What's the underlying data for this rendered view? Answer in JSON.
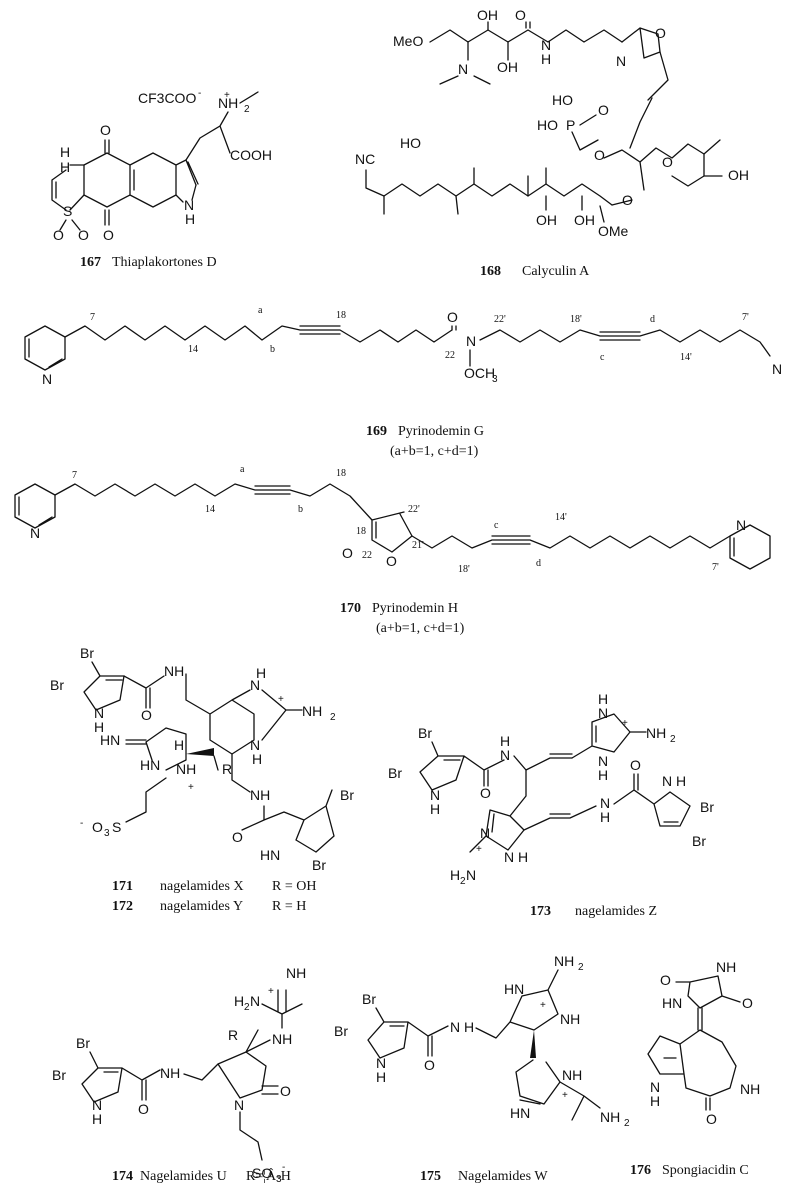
{
  "compounds": {
    "c167": {
      "number": "167",
      "name": "Thiaplakortones D"
    },
    "c168": {
      "number": "168",
      "name": "Calyculin A"
    },
    "c169": {
      "number": "169",
      "name": "Pyrinodemin G",
      "note": "(a+b=1, c+d=1)"
    },
    "c170": {
      "number": "170",
      "name": "Pyrinodemin H",
      "note": "(a+b=1, c+d=1)"
    },
    "c171": {
      "number": "171",
      "name": "nagelamides X",
      "r": "R = OH"
    },
    "c172": {
      "number": "172",
      "name": "nagelamides Y",
      "r": "R = H"
    },
    "c173": {
      "number": "173",
      "name": "nagelamides Z"
    },
    "c174": {
      "number": "174",
      "name": "Nagelamides U",
      "r": "R=¦Â-H"
    },
    "c175": {
      "number": "175",
      "name": "Nagelamides W"
    },
    "c176": {
      "number": "176",
      "name": "Spongiacidin C"
    }
  },
  "labels": {
    "cf3coo": "CF3COO",
    "nh2": "NH",
    "cooh": "COOH",
    "o": "O",
    "h": "H",
    "n": "N",
    "s": "S",
    "meo": "MeO",
    "oh": "OH",
    "ome": "OMe",
    "nc": "NC",
    "ho": "HO",
    "p": "P",
    "och3": "OCH",
    "br": "Br",
    "hn": "HN",
    "r": "R",
    "so3": "SO",
    "o3s": "O",
    "h2n": "H",
    "nh": "NH"
  },
  "chain_numbers": {
    "n7": "7",
    "n14": "14",
    "n18": "18",
    "n22": "22",
    "n22p": "22'",
    "n18p": "18'",
    "n14p": "14'",
    "n7p": "7'",
    "n21p": "21'",
    "a": "a",
    "b": "b",
    "c": "c",
    "d": "d"
  }
}
